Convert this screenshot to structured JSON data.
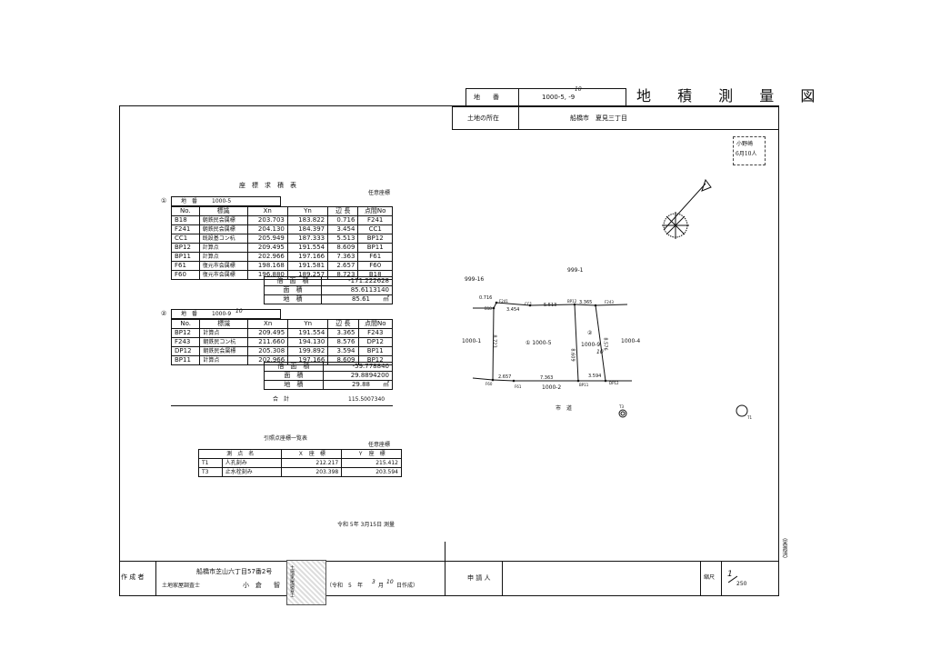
{
  "header": {
    "chiban_label": "地　　番",
    "chiban_value": "1000-5, -9",
    "chiban_handwritten": "10",
    "title": "地 積 測 量 図",
    "location_label": "土地の所在",
    "location_value": "船橋市　夏見三丁目"
  },
  "stamp_top": {
    "line1": "小野崎",
    "line2": "6月10人"
  },
  "coord_table_title": "座　標　求　積　表",
  "coord_system": "任意座標",
  "lot1": {
    "num": "①",
    "label": "地　番",
    "value": "1000-5",
    "headers": [
      "No.",
      "標識",
      "Xn",
      "Yn",
      "辺 長",
      "点間No"
    ],
    "rows": [
      [
        "B18",
        "朝鉄民会属標",
        "203.703",
        "183.822",
        "0.716",
        "F241"
      ],
      [
        "F241",
        "朝鉄民会属標",
        "204.130",
        "184.397",
        "3.454",
        "CC1"
      ],
      [
        "CC1",
        "既設基コン杭",
        "205.949",
        "187.333",
        "5.513",
        "BP12"
      ],
      [
        "BP12",
        "計算点",
        "209.495",
        "191.554",
        "8.609",
        "BP11"
      ],
      [
        "BP11",
        "計算点",
        "202.966",
        "197.166",
        "7.363",
        "F61"
      ],
      [
        "F61",
        "復元市会属標",
        "198.168",
        "191.581",
        "2.657",
        "F60"
      ],
      [
        "F60",
        "復元市会属標",
        "196.880",
        "189.257",
        "8.723",
        "B18"
      ]
    ],
    "double_area_label": "倍　面　積",
    "double_area": "-171.222628",
    "area_label": "面　積",
    "area": "85.6113140",
    "chiseki_label": "地　積",
    "chiseki": "85.61",
    "unit": "㎡"
  },
  "lot2": {
    "num": "②",
    "label": "地　番",
    "value": "1000-9",
    "value_handwritten": "10",
    "headers": [
      "No.",
      "標識",
      "Xn",
      "Yn",
      "辺 長",
      "点間No"
    ],
    "rows": [
      [
        "BP12",
        "計算点",
        "209.495",
        "191.554",
        "3.365",
        "F243"
      ],
      [
        "F243",
        "朝鉄民コン杭",
        "211.660",
        "194.130",
        "8.576",
        "DP12"
      ],
      [
        "DP12",
        "朝鉄民会属標",
        "205.308",
        "199.892",
        "3.594",
        "BP11"
      ],
      [
        "BP11",
        "計算点",
        "202.966",
        "197.166",
        "8.609",
        "BP12"
      ]
    ],
    "double_area_label": "倍　面　積",
    "double_area": "-59.778840",
    "area_label": "面　積",
    "area": "29.8894200",
    "chiseki_label": "地　積",
    "chiseki": "29.88",
    "unit": "㎡"
  },
  "total_label": "合　計",
  "total_value": "115.5007340",
  "ref_table": {
    "title": "引照点座標一覧表",
    "coord_system": "任意座標",
    "headers": [
      "測　点　名",
      "Ｘ　座　標",
      "Ｙ　座　標"
    ],
    "rows": [
      [
        "T1",
        "人孔刻み",
        "212.217",
        "215.412"
      ],
      [
        "T3",
        "止水栓刻み",
        "203.398",
        "203.594"
      ]
    ]
  },
  "survey_date": "令和 5年 3月15日 測量",
  "drawing": {
    "lots": [
      "999-16",
      "999-1",
      "1000-1",
      "1000-4",
      "1000-2"
    ],
    "main_lot": "① 1000-5",
    "sub_lot": "1000-9",
    "sub_lot_hand": "10",
    "sub_num": "②",
    "road": "市　道",
    "points": [
      "B18",
      "F241",
      "CC1",
      "BP12",
      "F243",
      "F60",
      "F61",
      "BP11",
      "DP12",
      "T3",
      "T1"
    ],
    "dims": [
      "0.716",
      "3.454",
      "5.513",
      "3.365",
      "8.723",
      "2.657",
      "7.363",
      "3.594",
      "8.609",
      "8.576"
    ]
  },
  "footer": {
    "author_label": "作 成 者",
    "address": "船橋市芝山六丁目57番2号",
    "qualification": "土地家屋調査士",
    "name": "小　倉",
    "name_trail": "智",
    "created": "（令和",
    "created_year": "5",
    "created_mid": "年",
    "created_month": "3",
    "created_mid2": "月",
    "created_day": "10",
    "created_end": "日作成）",
    "applicant_label": "申 請 人",
    "scale_label": "縮尺",
    "scale_num": "1",
    "scale_den": "250",
    "seal_text": "土地家屋調査士",
    "side_note": "（実測済）"
  }
}
